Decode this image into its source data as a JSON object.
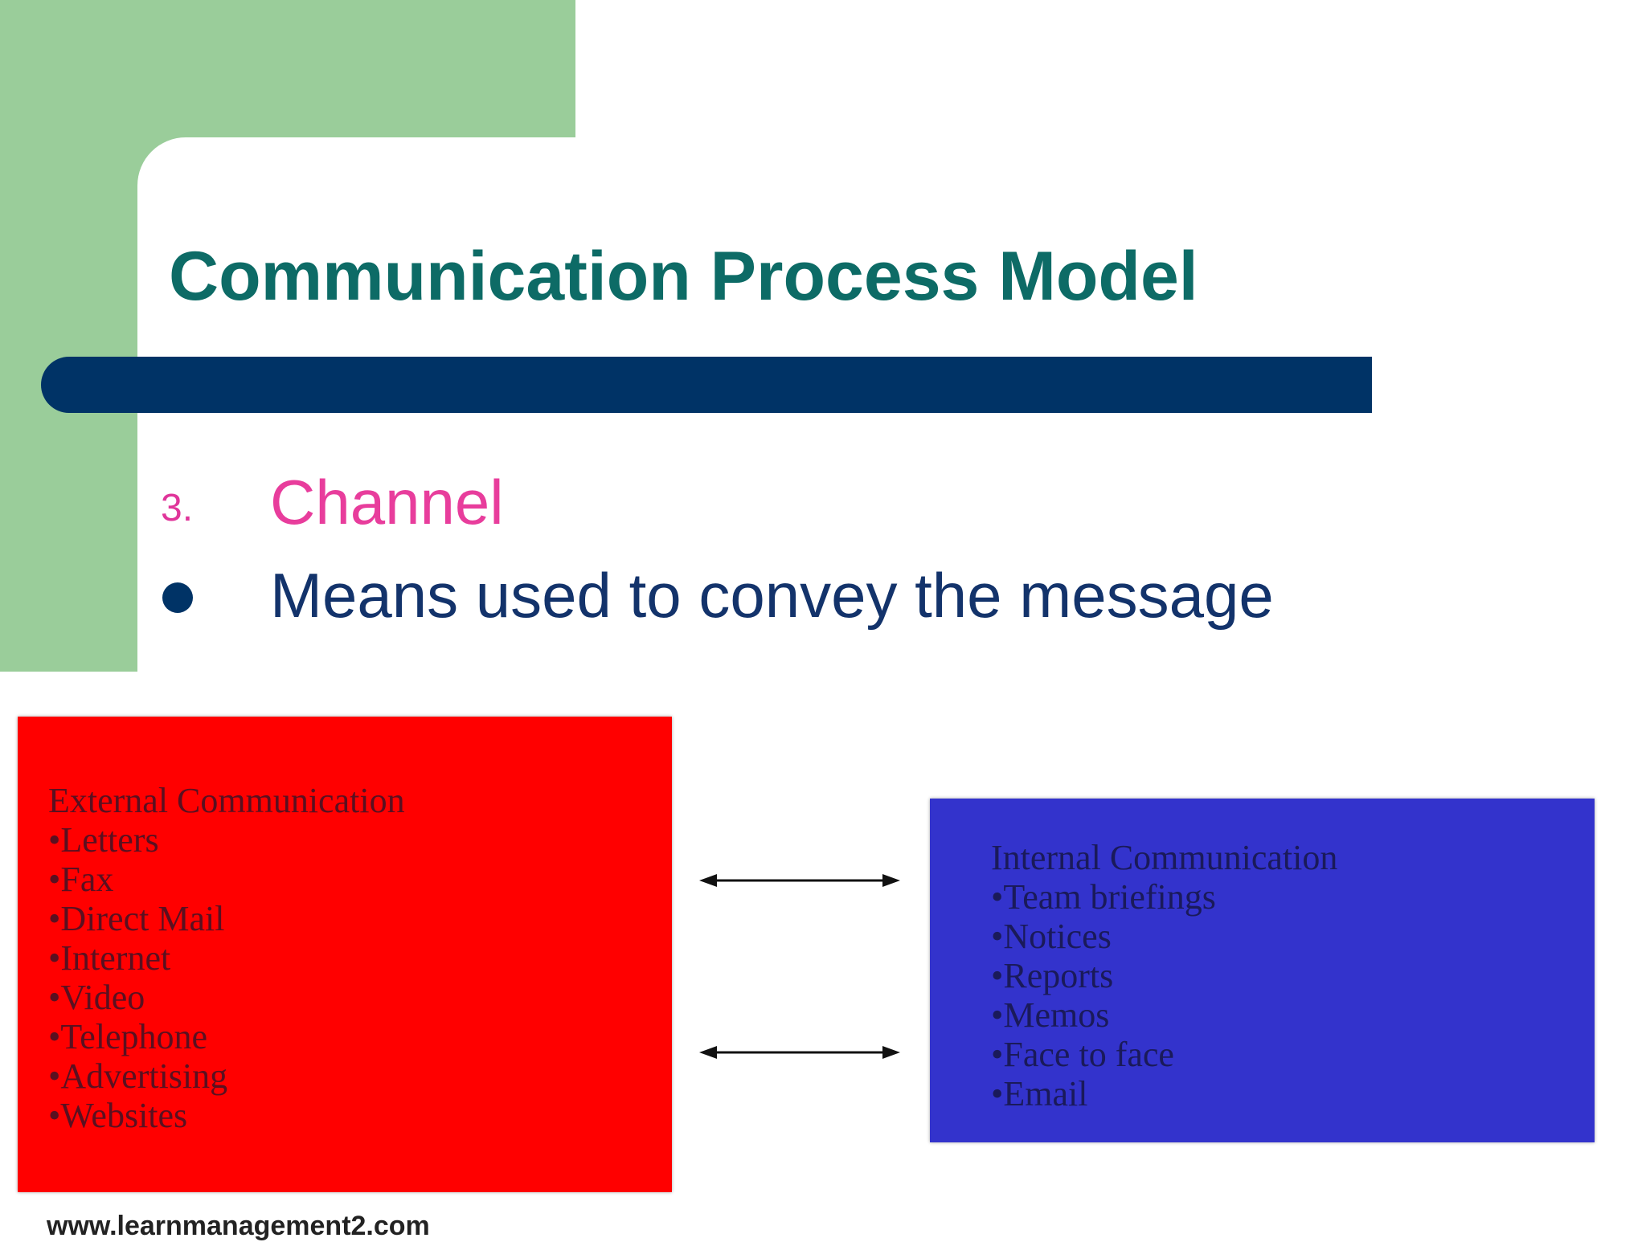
{
  "slide": {
    "title": "Communication Process Model",
    "item_number": "3.",
    "item_heading": "Channel",
    "bullet": "Means used to convey the message"
  },
  "diagram": {
    "external": {
      "heading": "External Communication",
      "items": [
        "•Letters",
        "•Fax",
        "•Direct Mail",
        "•Internet",
        "•Video",
        "•Telephone",
        "•Advertising",
        "•Websites"
      ]
    },
    "internal": {
      "heading": "Internal Communication",
      "items": [
        "•Team briefings",
        "•Notices",
        "•Reports",
        "•Memos",
        "•Face to face",
        "•Email"
      ]
    },
    "footer": "www.learnmanagement2.com"
  },
  "colors": {
    "green_accent": "#9acd9a",
    "title_color": "#0d6b66",
    "navy_bar": "#003366",
    "channel_pink": "#e83d9c",
    "external_box": "#ff0000",
    "internal_box": "#3333cc"
  }
}
